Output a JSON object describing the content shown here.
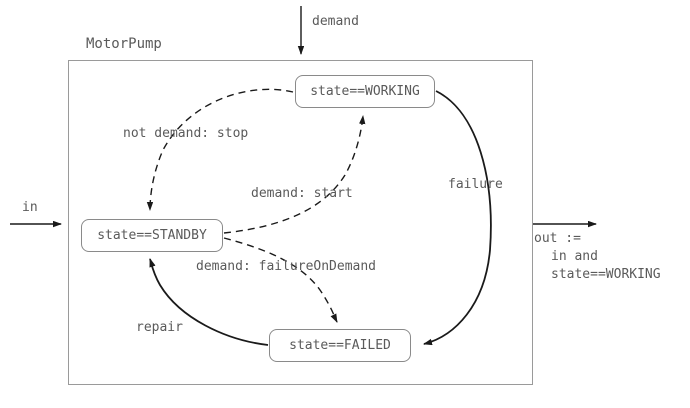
{
  "diagram": {
    "type": "state-machine",
    "component_label": "MotorPump",
    "input_port_label": "in",
    "demand_port_label": "demand",
    "output_expression": {
      "line1": "out :=",
      "line2": "in and",
      "line3": "state==WORKING"
    },
    "states": [
      {
        "id": "working",
        "label": "state==WORKING"
      },
      {
        "id": "standby",
        "label": "state==STANDBY"
      },
      {
        "id": "failed",
        "label": "state==FAILED"
      }
    ],
    "transitions": [
      {
        "id": "stop",
        "from": "working",
        "to": "standby",
        "label": "not demand: stop",
        "style": "dashed"
      },
      {
        "id": "start",
        "from": "standby",
        "to": "working",
        "label": "demand: start",
        "style": "dashed"
      },
      {
        "id": "failure-on-demand",
        "from": "standby",
        "to": "failed",
        "label": "demand: failureOnDemand",
        "style": "dashed"
      },
      {
        "id": "failure",
        "from": "working",
        "to": "failed",
        "label": "failure",
        "style": "solid"
      },
      {
        "id": "repair",
        "from": "failed",
        "to": "standby",
        "label": "repair",
        "style": "solid"
      }
    ],
    "colors": {
      "text": "#5a5a5a",
      "box_border": "#8a8a8a",
      "container_border": "#9a9a9a",
      "edge": "#1a1a1a",
      "background": "#ffffff"
    }
  }
}
